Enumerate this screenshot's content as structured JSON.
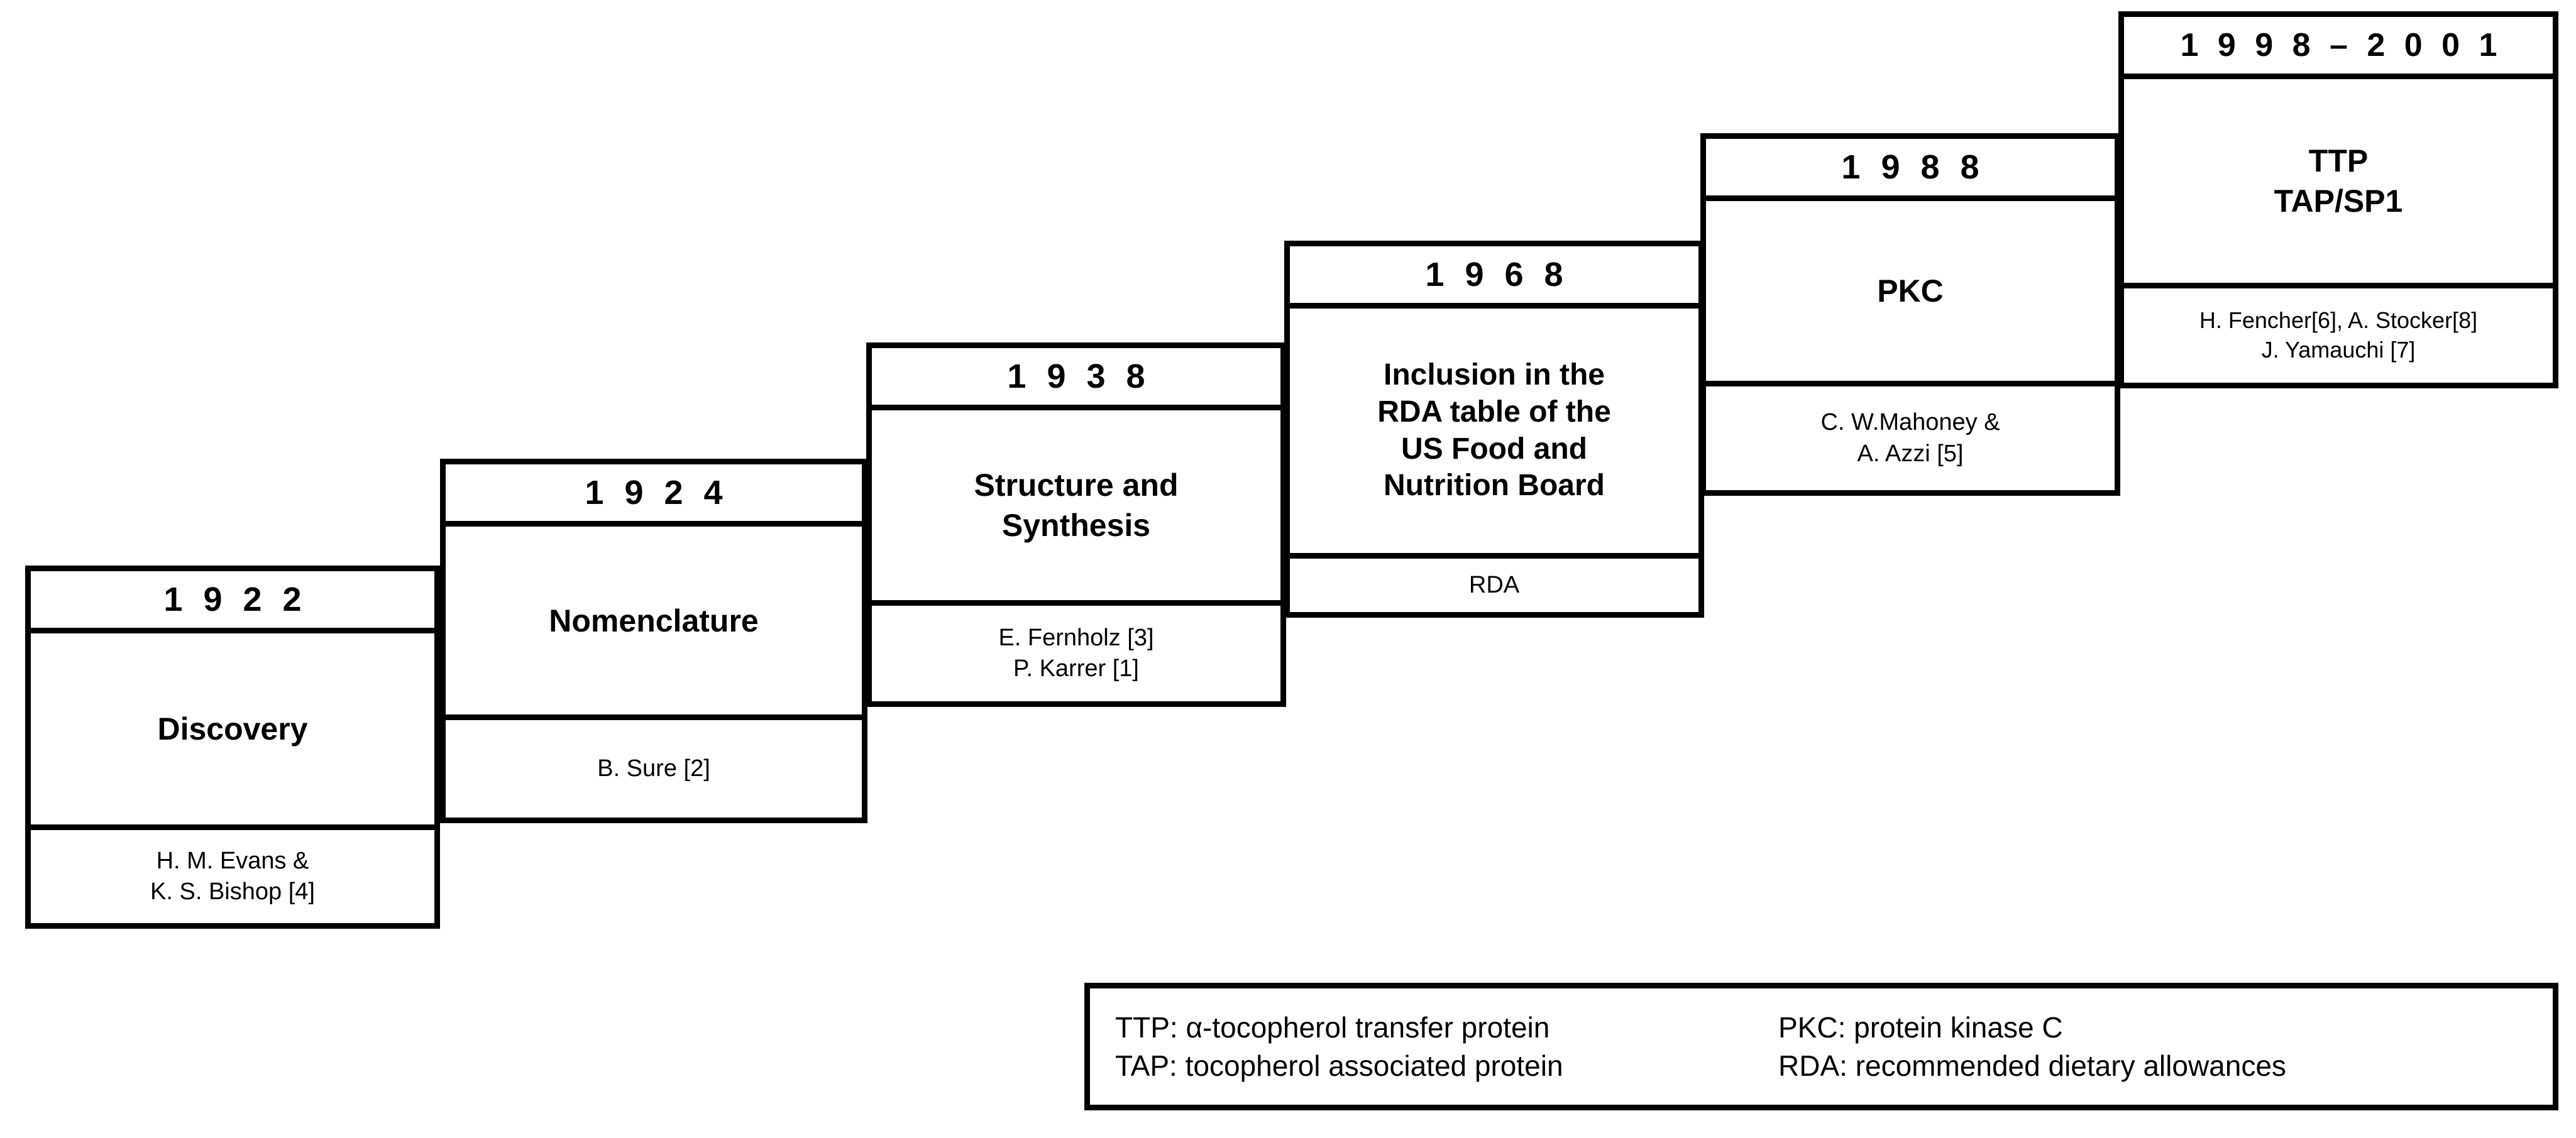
{
  "figure": {
    "kind": "timeline-staircase",
    "background_color": "#ffffff",
    "line_color": "#000000"
  },
  "timeline": {
    "milestones": [
      {
        "id": "1922",
        "year": "1 9 2 2",
        "title": "Discovery",
        "refs": "H. M. Evans &\nK. S. Bishop  [4]"
      },
      {
        "id": "1924",
        "year": "1 9 2 4",
        "title": "Nomenclature",
        "refs": "B. Sure [2]"
      },
      {
        "id": "1938",
        "year": "1 9 3 8",
        "title": "Structure  and\nSynthesis",
        "refs": "E. Fernholz  [3]\nP. Karrer  [1]"
      },
      {
        "id": "1968",
        "year": "1 9 6 8",
        "title": "Inclusion in the\nRDA table of the\nUS Food and\nNutrition Board",
        "refs": "RDA"
      },
      {
        "id": "1988",
        "year": "1 9 8 8",
        "title": "PKC",
        "refs": "C. W.Mahoney &\nA. Azzi  [5]"
      },
      {
        "id": "1998-2001",
        "year": "1 9 9 8 – 2 0 0 1",
        "title": "TTP\nTAP/SP1",
        "refs": "H. Fencher[6], A. Stocker[8]\nJ. Yamauchi [7]"
      }
    ]
  },
  "legend": {
    "entries": [
      {
        "abbr_line": "TTP: α-tocopherol transfer protein"
      },
      {
        "abbr_line": "PKC: protein kinase C"
      },
      {
        "abbr_line": "TAP: tocopherol associated protein"
      },
      {
        "abbr_line": "RDA: recommended dietary allowances"
      }
    ]
  }
}
